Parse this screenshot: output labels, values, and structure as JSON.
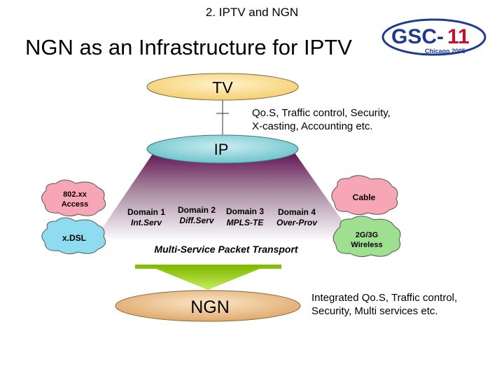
{
  "header": "2. IPTV and NGN",
  "title": "NGN as an Infrastructure for IPTV",
  "logo": {
    "text": "GSC-11",
    "subtext": "Chicago 2005",
    "colors": {
      "gsc": "#1f3b8f",
      "eleven": "#c8102e"
    }
  },
  "tv_label": "TV",
  "tv_note": [
    "Qo.S, Traffic control, Security,",
    "X-casting, Accounting etc."
  ],
  "ip_label": "IP",
  "clouds": {
    "access802": [
      "802.xx",
      "Access"
    ],
    "xdsl": "x.DSL",
    "cable": "Cable",
    "wireless": [
      "2G/3G",
      "Wireless"
    ]
  },
  "domains": [
    {
      "line1": "Domain 1",
      "line2": "Int.Serv"
    },
    {
      "line1": "Domain 2",
      "line2": "Diff.Serv"
    },
    {
      "line1": "Domain 3",
      "line2": "MPLS-TE"
    },
    {
      "line1": "Domain 4",
      "line2": "Over-Prov"
    }
  ],
  "transport_label": "Multi-Service Packet Transport",
  "ngn_label": "NGN",
  "ngn_note": [
    "Integrated Qo.S, Traffic control,",
    "Security, Multi services etc."
  ],
  "colors": {
    "tv_ellipse": "#f7d98b",
    "ip_ellipse": "#8fd0d6",
    "trapezoid_top": "#5c0d4e",
    "trapezoid_bottom": "#ffffff",
    "cloud_pink": "#f6a6b4",
    "cloud_cyan": "#8fdcf0",
    "cloud_green": "#9fe090",
    "arrow": "#96c814",
    "ngn_ellipse": "#e9c08e"
  }
}
